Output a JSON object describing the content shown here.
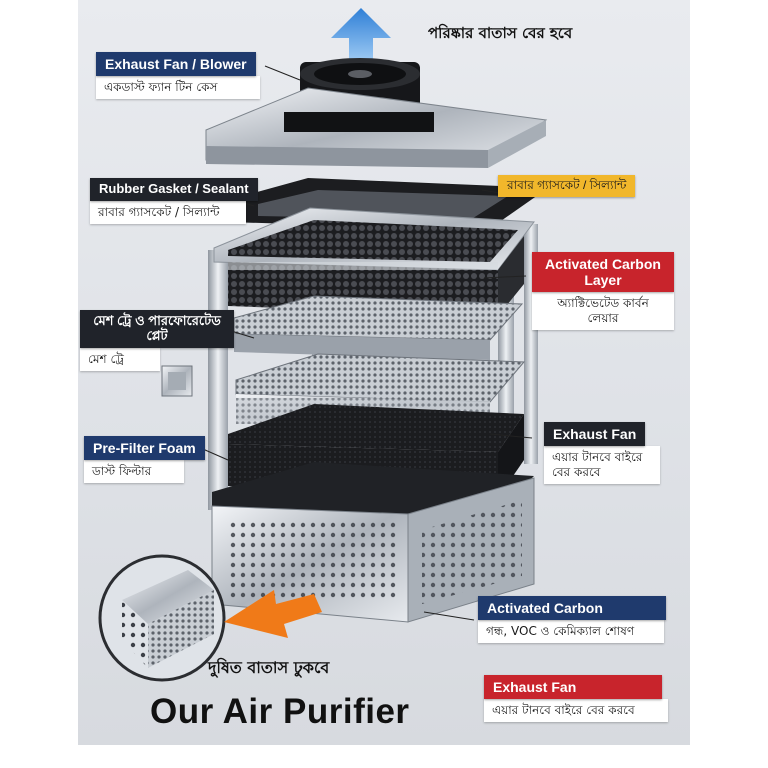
{
  "title": "Our Air Purifier",
  "top_arrow_label": "পরিষ্কার বাতাস বের হবে",
  "bottom_arrow_label": "দুষিত বাতাস ঢুকবে",
  "callouts": {
    "exhaust_fan_blower": {
      "title": "Exhaust Fan / Blower",
      "sub": "একডাস্ট ফ্যান টিন কেস"
    },
    "rubber_gasket_left": {
      "title": "Rubber Gasket / Sealant",
      "sub": "রাবার গ্যাসকেট / সিল্যান্ট"
    },
    "rubber_gasket_right": {
      "title": "রাবার গ্যাসকেট / সিল্যান্ট"
    },
    "activated_carbon_layer": {
      "title": "Activated Carbon Layer",
      "sub": "অ্যাক্টিভেটেড কার্বন লেয়ার"
    },
    "mesh_tray": {
      "title": "মেশ ট্রে ও পারফোরেটেড প্লেট",
      "sub": "মেশ ট্রে"
    },
    "pre_filter_foam": {
      "title": "Pre-Filter Foam",
      "sub": "ডাস্ট ফিল্টার"
    },
    "exhaust_fan_mid": {
      "title": "Exhaust Fan",
      "sub": "এয়ার টানবে বাইরে বের করবে"
    },
    "activated_carbon": {
      "title": "Activated Carbon",
      "sub": "গন্ধ, VOC ও কেমিক্যাল শোষণ"
    },
    "exhaust_fan_bottom": {
      "title": "Exhaust Fan",
      "sub": "এয়ার টানবে বাইরে বের করবে"
    }
  },
  "colors": {
    "navy": "#1f3a6d",
    "red": "#c8242c",
    "orange": "#f1b72b",
    "steel": "#b8bec6",
    "arrow_blue": "#3a8ee0",
    "arrow_orange": "#f07a18"
  }
}
